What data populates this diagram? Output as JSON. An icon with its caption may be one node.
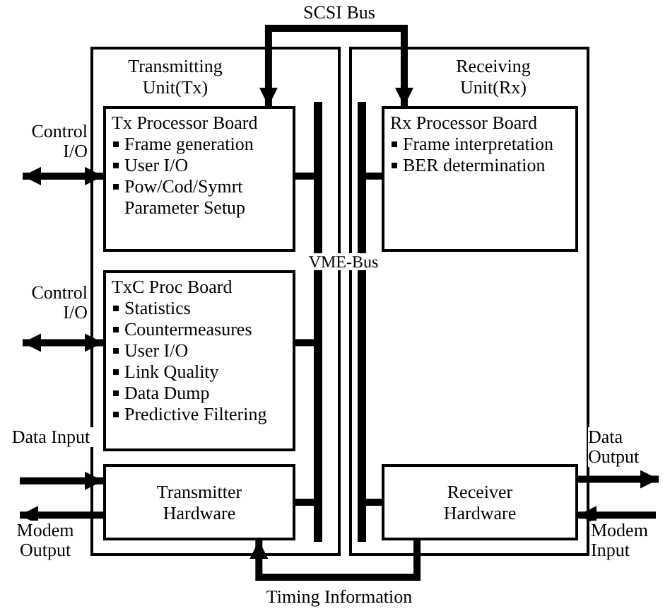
{
  "diagram": {
    "nodes": [
      {
        "text": [
          "Transmitting Unit(Tx)"
        ]
      },
      {
        "text": [
          "Tx Processor Board",
          "Frame generation",
          "User I/O",
          "Pow/Cod/Symrt Parameter Setup"
        ],
        "in": 0
      },
      {
        "text": [
          "TxC Proc Board",
          "Statistics",
          "Countermeasures",
          "User I/O",
          "Link Quality",
          "Data Dump",
          "Predictive Filtering"
        ],
        "in": 0
      },
      {
        "text": [
          "Transmitter Hardware"
        ],
        "in": 0
      },
      {
        "text": [
          "Receiving Unit(Rx)"
        ]
      },
      {
        "text": [
          "Rx Processor Board",
          "Frame interpretation",
          "BER determination"
        ],
        "in": 4
      },
      {
        "text": [
          "Receiver Hardware"
        ],
        "in": 4
      },
      {
        "text": [
          "VME-Bus"
        ]
      }
    ],
    "edges": [
      {
        "from": 1,
        "to": 5,
        "arrow": "both",
        "label": "SCSI Bus"
      },
      {
        "from": 6,
        "to": 3,
        "arrow": "to",
        "label": "Timing Information"
      },
      {
        "from": 7,
        "to": 1,
        "arrow": "none"
      },
      {
        "from": 7,
        "to": 2,
        "arrow": "none"
      },
      {
        "from": 7,
        "to": 3,
        "arrow": "none"
      },
      {
        "from": 7,
        "to": 5,
        "arrow": "none"
      },
      {
        "from": 7,
        "to": 6,
        "arrow": "none"
      },
      {
        "from": null,
        "to": 1,
        "arrow": "both",
        "label": "Control I/O"
      },
      {
        "from": null,
        "to": 2,
        "arrow": "both",
        "label": "Control I/O"
      },
      {
        "from": null,
        "to": 3,
        "arrow": "to",
        "label": "Data Input"
      },
      {
        "from": 3,
        "to": null,
        "arrow": "to",
        "label": "Modem Output"
      },
      {
        "from": 6,
        "to": null,
        "arrow": "to",
        "label": "Data Output"
      },
      {
        "from": null,
        "to": 6,
        "arrow": "to",
        "label": "Modem Input"
      }
    ]
  }
}
